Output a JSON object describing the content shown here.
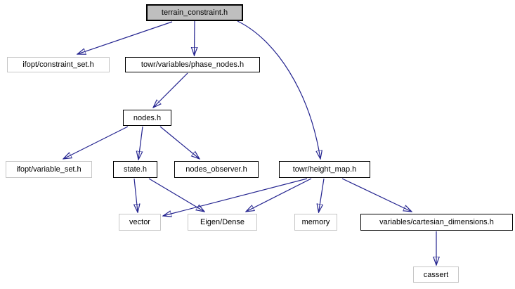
{
  "graph": {
    "nodes": {
      "terrain_constraint": {
        "label": "terrain_constraint.h",
        "kind": "root"
      },
      "constraint_set": {
        "label": "ifopt/constraint_set.h",
        "kind": "external"
      },
      "phase_nodes": {
        "label": "towr/variables/phase_nodes.h",
        "kind": "internal"
      },
      "nodes": {
        "label": "nodes.h",
        "kind": "internal"
      },
      "variable_set": {
        "label": "ifopt/variable_set.h",
        "kind": "external"
      },
      "state": {
        "label": "state.h",
        "kind": "internal"
      },
      "nodes_observer": {
        "label": "nodes_observer.h",
        "kind": "internal"
      },
      "height_map": {
        "label": "towr/height_map.h",
        "kind": "internal"
      },
      "vector": {
        "label": "vector",
        "kind": "external"
      },
      "eigen_dense": {
        "label": "Eigen/Dense",
        "kind": "external"
      },
      "memory": {
        "label": "memory",
        "kind": "external"
      },
      "cartesian_dimensions": {
        "label": "variables/cartesian_dimensions.h",
        "kind": "internal"
      },
      "cassert": {
        "label": "cassert",
        "kind": "external"
      }
    },
    "edges": [
      {
        "from": "terrain_constraint.h",
        "to": "ifopt/constraint_set.h"
      },
      {
        "from": "terrain_constraint.h",
        "to": "towr/variables/phase_nodes.h"
      },
      {
        "from": "terrain_constraint.h",
        "to": "towr/height_map.h"
      },
      {
        "from": "towr/variables/phase_nodes.h",
        "to": "nodes.h"
      },
      {
        "from": "nodes.h",
        "to": "ifopt/variable_set.h"
      },
      {
        "from": "nodes.h",
        "to": "state.h"
      },
      {
        "from": "nodes.h",
        "to": "nodes_observer.h"
      },
      {
        "from": "state.h",
        "to": "vector"
      },
      {
        "from": "state.h",
        "to": "Eigen/Dense"
      },
      {
        "from": "towr/height_map.h",
        "to": "vector"
      },
      {
        "from": "towr/height_map.h",
        "to": "Eigen/Dense"
      },
      {
        "from": "towr/height_map.h",
        "to": "memory"
      },
      {
        "from": "towr/height_map.h",
        "to": "variables/cartesian_dimensions.h"
      },
      {
        "from": "variables/cartesian_dimensions.h",
        "to": "cassert"
      }
    ],
    "colors": {
      "edge": "#23238f",
      "internal_border": "#000000",
      "external_border": "#c6c6c6",
      "root_fill": "#bfbfbf",
      "node_fill": "#ffffff",
      "background": "#ffffff"
    }
  }
}
